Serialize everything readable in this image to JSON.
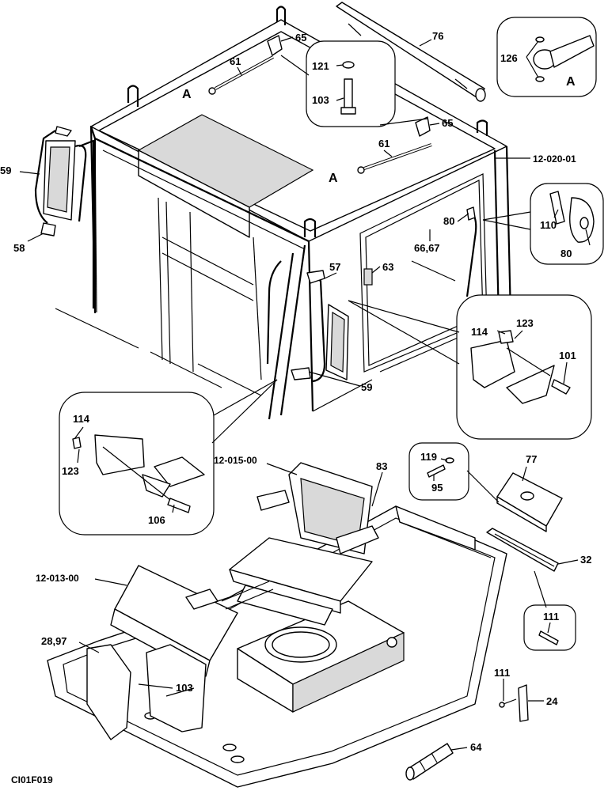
{
  "figure_code": "CI01F019",
  "view_labels": [
    "A",
    "A",
    "A"
  ],
  "reference_codes": [
    "12-020-01",
    "12-015-00",
    "12-013-00"
  ],
  "callouts": {
    "c65a": "65",
    "c76": "76",
    "c61a": "61",
    "c121": "121",
    "c103a": "103",
    "c126": "126",
    "c65b": "65",
    "c61b": "61",
    "c59a": "59",
    "c58": "58",
    "c80a": "80",
    "c110": "110",
    "c80b": "80",
    "c6667": "66,67",
    "c63": "63",
    "c57": "57",
    "c114a": "114",
    "c123a": "123",
    "c101": "101",
    "c59b": "59",
    "c114b": "114",
    "c123b": "123",
    "c106": "106",
    "c83": "83",
    "c119": "119",
    "c95": "95",
    "c77": "77",
    "c32": "32",
    "c2897": "28,97",
    "c103b": "103",
    "c111a": "111",
    "c111b": "111",
    "c24": "24",
    "c64": "64"
  }
}
